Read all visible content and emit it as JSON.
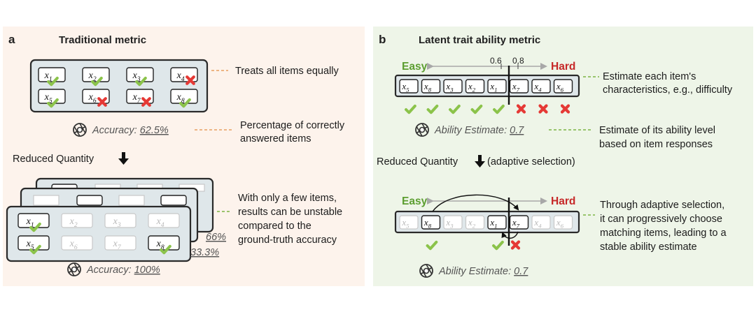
{
  "panel_a": {
    "letter": "a",
    "title": "Traditional metric",
    "top_items": [
      {
        "label": "x",
        "sub": "1",
        "result": "correct"
      },
      {
        "label": "x",
        "sub": "2",
        "result": "correct"
      },
      {
        "label": "x",
        "sub": "3",
        "result": "correct"
      },
      {
        "label": "x",
        "sub": "4",
        "result": "wrong"
      },
      {
        "label": "x",
        "sub": "5",
        "result": "correct"
      },
      {
        "label": "x",
        "sub": "6",
        "result": "wrong"
      },
      {
        "label": "x",
        "sub": "7",
        "result": "wrong"
      },
      {
        "label": "x",
        "sub": "8",
        "result": "correct"
      }
    ],
    "note_equal": "Treats all items equally",
    "accuracy_label": "Accuracy: ",
    "accuracy_value": "62.5%",
    "note_percentage_line1": "Percentage of correctly",
    "note_percentage_line2": "answered items",
    "reduced_label": "Reduced Quantity",
    "bottom_items": [
      {
        "label": "x",
        "sub": "1",
        "active": true,
        "result": "correct"
      },
      {
        "label": "x",
        "sub": "2",
        "active": false
      },
      {
        "label": "x",
        "sub": "3",
        "active": false
      },
      {
        "label": "x",
        "sub": "4",
        "active": false
      },
      {
        "label": "x",
        "sub": "5",
        "active": true,
        "result": "correct"
      },
      {
        "label": "x",
        "sub": "6",
        "active": false
      },
      {
        "label": "x",
        "sub": "7",
        "active": false
      },
      {
        "label": "x",
        "sub": "8",
        "active": true,
        "result": "correct"
      }
    ],
    "stack_acc_1": "66%",
    "stack_acc_2": "33.3%",
    "note_unstable_line1": "With only a few items,",
    "note_unstable_line2": "results can be unstable",
    "note_unstable_line3": "compared to the",
    "note_unstable_line4": "ground-truth accuracy",
    "bottom_accuracy_label": "Accuracy: ",
    "bottom_accuracy_value": "100%"
  },
  "panel_b": {
    "letter": "b",
    "title": "Latent trait ability metric",
    "easy": "Easy",
    "hard": "Hard",
    "tick_1": "0.6",
    "tick_2": "0.8",
    "strip_items": [
      {
        "label": "x",
        "sub": "5",
        "result": "correct"
      },
      {
        "label": "x",
        "sub": "8",
        "result": "correct"
      },
      {
        "label": "x",
        "sub": "3",
        "result": "correct"
      },
      {
        "label": "x",
        "sub": "2",
        "result": "correct"
      },
      {
        "label": "x",
        "sub": "1",
        "result": "correct"
      },
      {
        "label": "x",
        "sub": "7",
        "result": "wrong"
      },
      {
        "label": "x",
        "sub": "4",
        "result": "wrong"
      },
      {
        "label": "x",
        "sub": "6",
        "result": "wrong"
      }
    ],
    "note_characteristics_line1": "Estimate each item's",
    "note_characteristics_line2": "characteristics, e.g., difficulty",
    "ability_label": "Ability Estimate: ",
    "ability_value": "0.7",
    "note_ability_line1": "Estimate of its ability level",
    "note_ability_line2": "based on item responses",
    "reduced_label": "Reduced Quantity",
    "reduced_suffix": "(adaptive selection)",
    "adaptive_items": [
      {
        "label": "x",
        "sub": "5",
        "active": false
      },
      {
        "label": "x",
        "sub": "8",
        "active": true,
        "result": "correct"
      },
      {
        "label": "x",
        "sub": "3",
        "active": false
      },
      {
        "label": "x",
        "sub": "2",
        "active": false
      },
      {
        "label": "x",
        "sub": "1",
        "active": true,
        "result": "correct"
      },
      {
        "label": "x",
        "sub": "7",
        "active": true,
        "result": "wrong"
      },
      {
        "label": "x",
        "sub": "4",
        "active": false
      },
      {
        "label": "x",
        "sub": "6",
        "active": false
      }
    ],
    "note_adaptive_line1": "Through adaptive selection,",
    "note_adaptive_line2": "it can progressively choose",
    "note_adaptive_line3": "matching items, leading to a",
    "note_adaptive_line4": "stable ability estimate",
    "bottom_ability_label": "Ability Estimate: ",
    "bottom_ability_value": "0.7"
  },
  "colors": {
    "panel_a_bg": "#fdf3ec",
    "panel_b_bg": "#eef5e8",
    "easy": "#5c9e31",
    "hard": "#c62828",
    "correct": "#8bc34a",
    "wrong": "#e53935",
    "leader_a": "#e8a060",
    "leader_b": "#7cb342"
  },
  "icons": {
    "model": "openai-logo-icon",
    "down_arrow": "down-arrow-icon",
    "check": "check-icon",
    "cross": "cross-icon"
  }
}
